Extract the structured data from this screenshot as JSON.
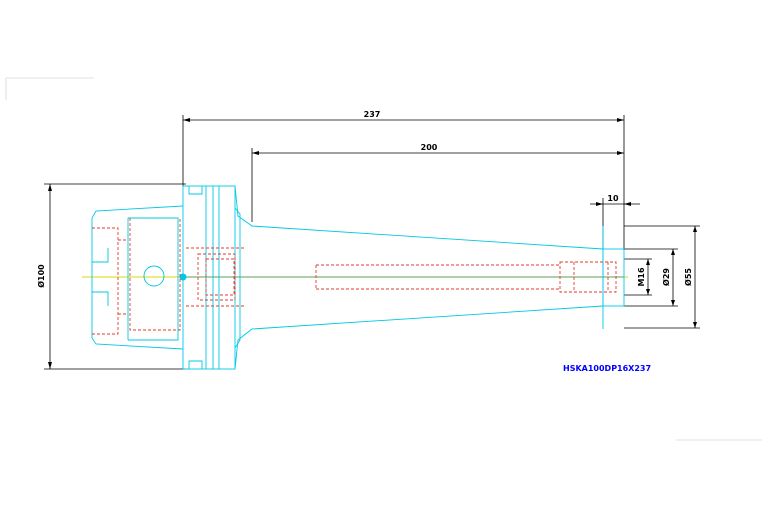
{
  "dimensions": {
    "overall_length": "237",
    "taper_length": "200",
    "tip_length": "10",
    "flange_diameter": "Ø100",
    "thread_size": "M16",
    "bore_diameter": "Ø29",
    "tip_diameter": "Ø55"
  },
  "part_number": "HSKA100DP16X237",
  "colors": {
    "outline": "#00c8e6",
    "hidden": "#e63a2e",
    "dimension": "#000000",
    "centerline": "#d9d900",
    "part_number": "#0000ff"
  }
}
